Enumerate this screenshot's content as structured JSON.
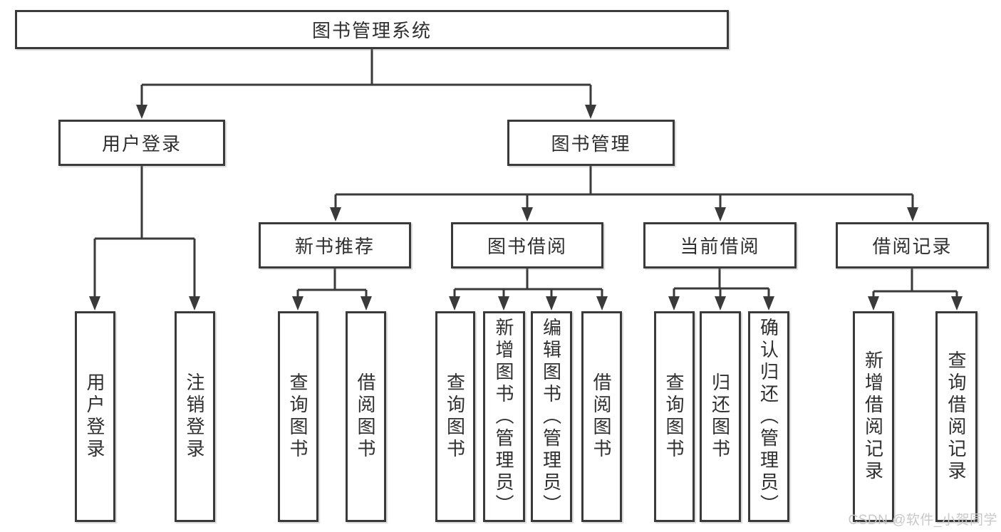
{
  "root": {
    "label": "图书管理系统"
  },
  "branches": [
    {
      "label": "用户登录"
    },
    {
      "label": "图书管理"
    }
  ],
  "modules": [
    {
      "label": "新书推荐"
    },
    {
      "label": "图书借阅"
    },
    {
      "label": "当前借阅"
    },
    {
      "label": "借阅记录"
    }
  ],
  "leaves": [
    {
      "label": "用户登录"
    },
    {
      "label": "注销登录"
    },
    {
      "label": "查询图书"
    },
    {
      "label": "借阅图书"
    },
    {
      "label": "查询图书"
    },
    {
      "label": "新增图书（管理员）"
    },
    {
      "label": "编辑图书（管理员）"
    },
    {
      "label": "借阅图书"
    },
    {
      "label": "查询图书"
    },
    {
      "label": "归还图书"
    },
    {
      "label": "确认归还（管理员）"
    },
    {
      "label": "新增借阅记录"
    },
    {
      "label": "查询借阅记录"
    }
  ],
  "watermark": {
    "text": "CSDN @软件_小贺同学"
  },
  "colors": {
    "line": "#3a3a3a",
    "text": "#2f2f2f",
    "watermark": "#c8c8c8",
    "background": "#ffffff"
  }
}
